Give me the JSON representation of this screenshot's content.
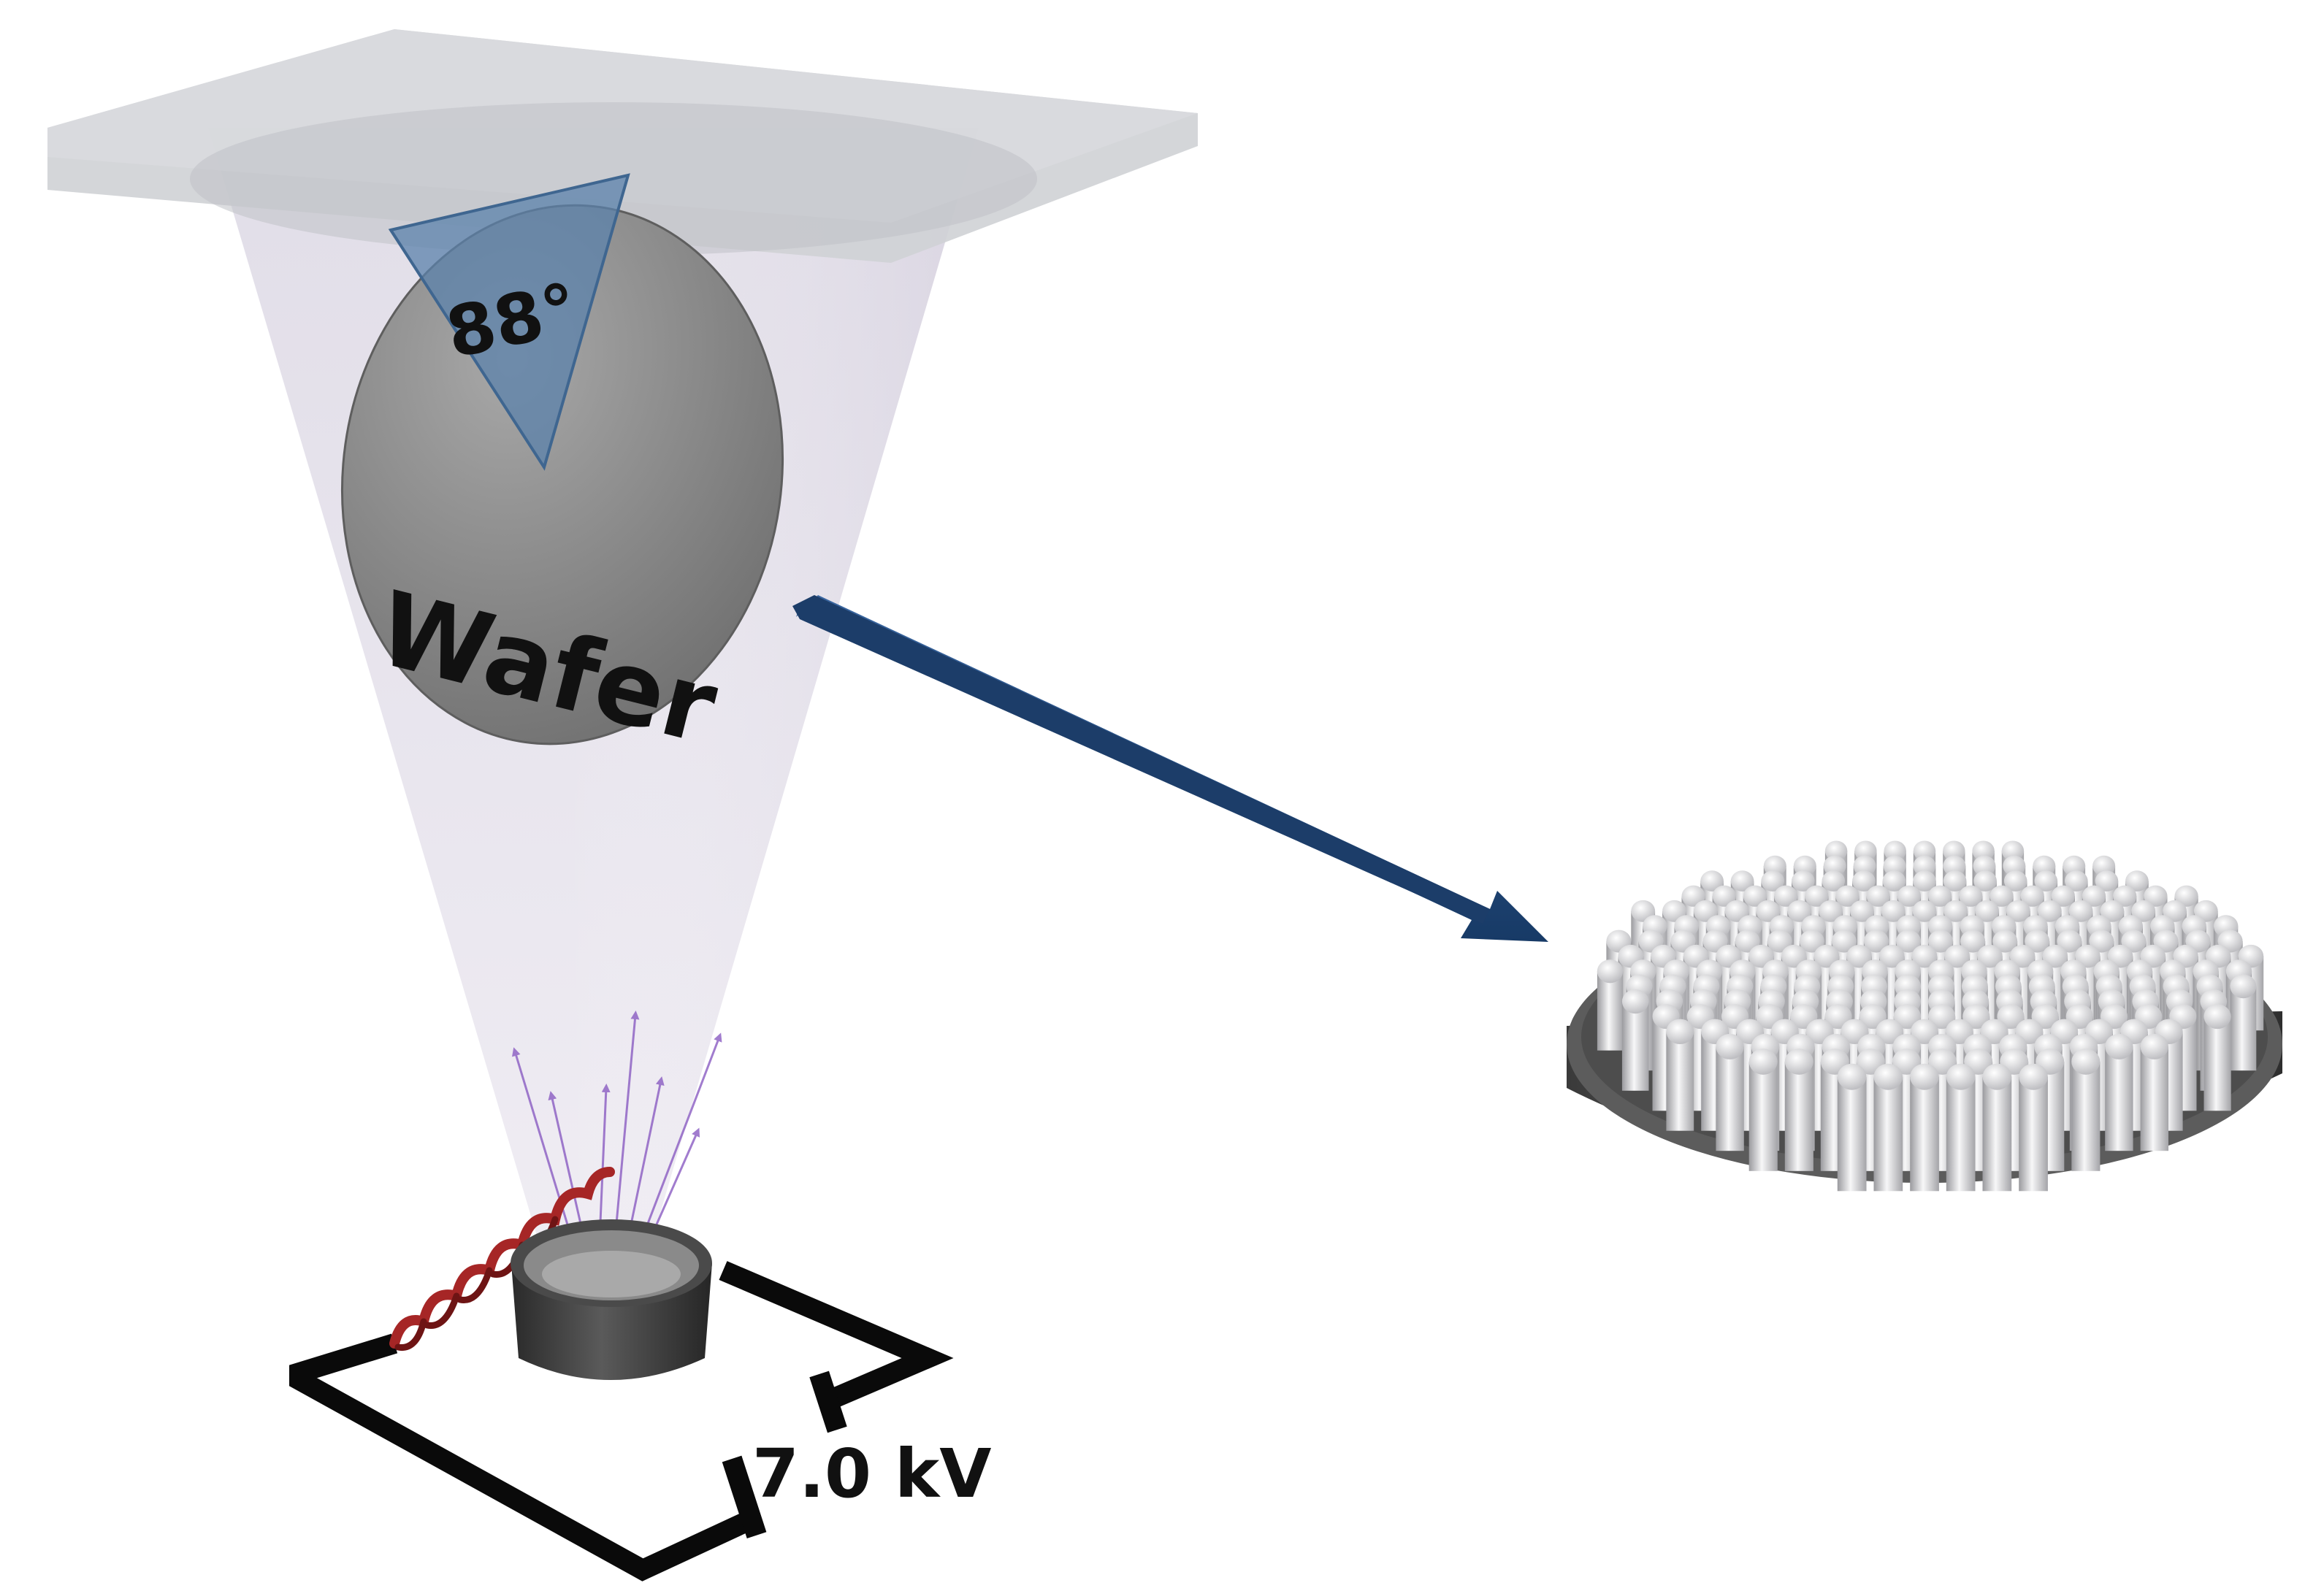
{
  "labels": {
    "angle": "88°",
    "wafer": "Wafer",
    "voltage": "7.0 kV"
  },
  "colors": {
    "background": "#ffffff",
    "plate": "#cdcfd3",
    "beam": "#e4e0ea",
    "wafer": "#8a8a8a",
    "angle_wedge": "#5b82ab",
    "arrow": "#244b7e",
    "crucible": "#3c3c3c",
    "filament": "#a62626",
    "circuit_wire": "#0a0a0a",
    "electron_rays": "#8a5cc2",
    "substrate": "#555555",
    "nanorods": "#ececee"
  },
  "icons": {
    "crucible": "evaporation-crucible",
    "filament": "heating-coil",
    "arrow": "process-arrow",
    "result": "nanorod-array-substrate"
  }
}
